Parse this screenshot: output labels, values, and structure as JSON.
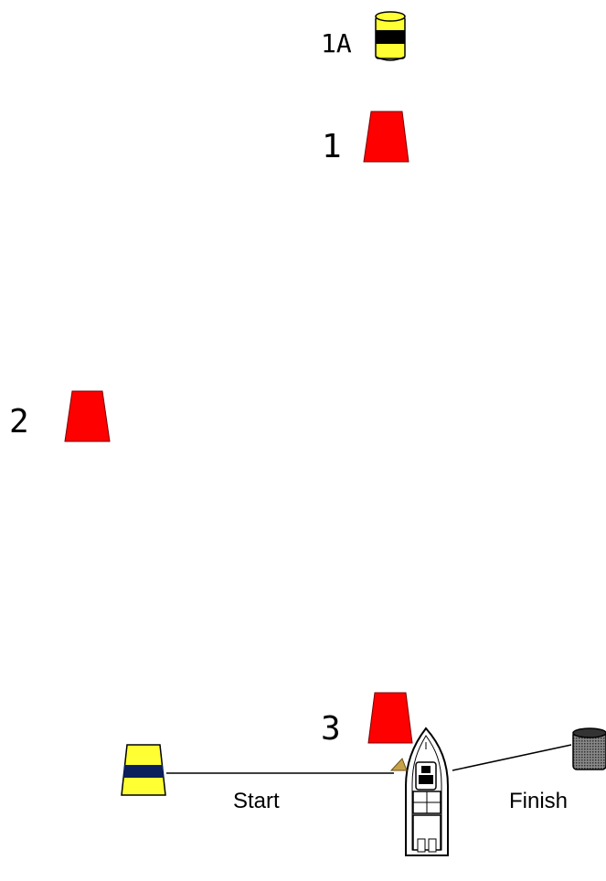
{
  "marks": {
    "mark_1a": {
      "label": "1A"
    },
    "mark_1": {
      "label": "1"
    },
    "mark_2": {
      "label": "2"
    },
    "mark_3": {
      "label": "3"
    }
  },
  "lines": {
    "start_label": "Start",
    "finish_label": "Finish"
  },
  "colors": {
    "mark_red": "#ff0000",
    "mark_yellow": "#ffff33",
    "band_black": "#000000",
    "band_navy": "#0a1f5c",
    "finish_buoy": "#555555"
  },
  "icons": {
    "committee_boat": "motor-yacht-top-view-icon",
    "start_pin": "yellow-conical-buoy-icon",
    "finish_pin": "gray-cylinder-buoy-icon",
    "mark_1a": "yellow-cylinder-buoy-icon",
    "flag": "flag-icon"
  }
}
